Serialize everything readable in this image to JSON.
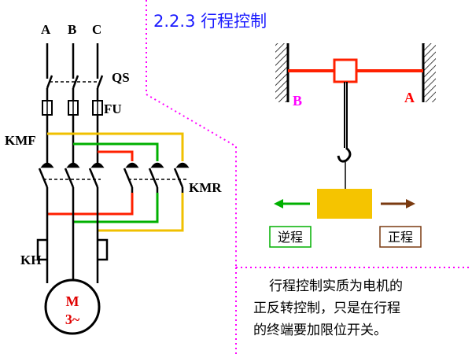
{
  "section_title": "2.2.3   行程控制",
  "phases": {
    "a": "A",
    "b": "B",
    "c": "C"
  },
  "labels": {
    "qs": "QS",
    "fu": "FU",
    "kmf": "KMF",
    "kmr": "KMR",
    "kh": "KH"
  },
  "motor": {
    "line1": "M",
    "line2": "3~"
  },
  "travel": {
    "point_b": "B",
    "point_a": "A",
    "reverse_label": "逆程",
    "forward_label": "正程"
  },
  "description": [
    "行程控制实质为电机的",
    "正反转控制，只是在行程",
    "的终端要加限位开关。"
  ],
  "colors": {
    "title_blue": "#1a1aff",
    "red": "#ff2000",
    "green": "#00b000",
    "yellow": "#f0c000",
    "magenta": "#ff00ff",
    "brown": "#7a3a10"
  }
}
